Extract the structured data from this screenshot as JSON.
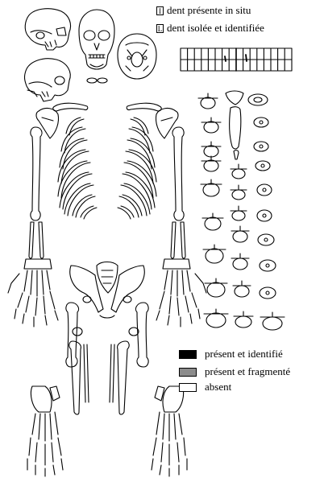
{
  "dental_legend": [
    {
      "symbol": "I",
      "label": "dent présente in situ"
    },
    {
      "symbol": "L",
      "label": "dent isolée et identifiée"
    }
  ],
  "status_legend": [
    {
      "label": "présent et identifié",
      "color": "#000000"
    },
    {
      "label": "présent et fragmenté",
      "color": "#8c8c8c"
    },
    {
      "label": "absent",
      "color": "#ffffff"
    }
  ],
  "colors": {
    "line": "#000000",
    "background": "#ffffff"
  }
}
